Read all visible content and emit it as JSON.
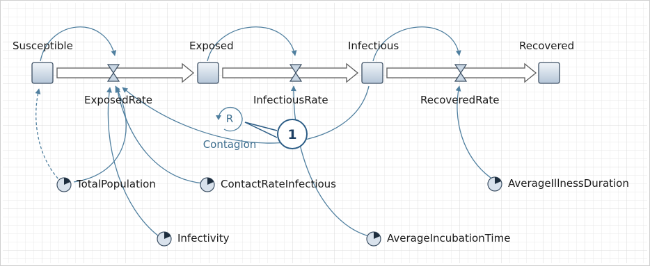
{
  "stocks": {
    "susceptible": "Susceptible",
    "exposed": "Exposed",
    "infectious": "Infectious",
    "recovered": "Recovered"
  },
  "flows": {
    "exposed_rate": "ExposedRate",
    "infectious_rate": "InfectiousRate",
    "recovered_rate": "RecoveredRate"
  },
  "parameters": {
    "total_population": "TotalPopulation",
    "contact_rate_infectious": "ContactRateInfectious",
    "infectivity": "Infectivity",
    "average_incubation_time": "AverageIncubationTime",
    "average_illness_duration": "AverageIllnessDuration"
  },
  "loop": {
    "polarity": "R",
    "name": "Contagion"
  },
  "callout": {
    "number": "1"
  },
  "colors": {
    "grid": "#e6e6e6",
    "grid_major": "#d6d6d6",
    "link": "#4f7f9f",
    "stock_fill_top": "#eef3f8",
    "stock_fill_bottom": "#b9cadb",
    "stock_stroke": "#3c4f63",
    "callout_stroke": "#2c5d86"
  }
}
